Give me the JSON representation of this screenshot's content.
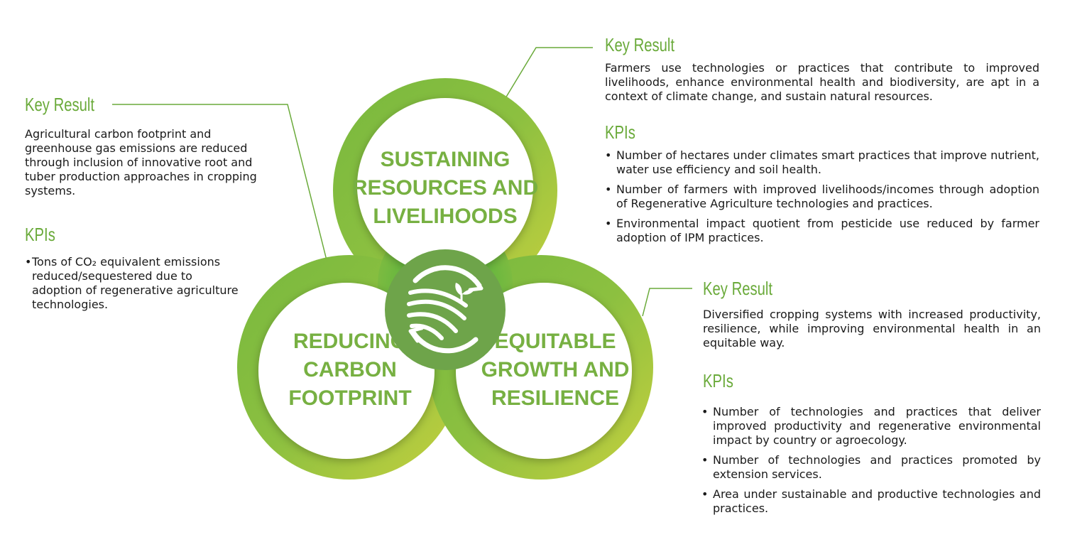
{
  "diagram": {
    "top_circle": {
      "lines": [
        "SUSTAINING",
        "RESOURCES AND",
        "LIVELIHOODS"
      ]
    },
    "left_circle": {
      "lines": [
        "REDUCING",
        "CARBON",
        "FOOTPRINT"
      ]
    },
    "right_circle": {
      "lines": [
        "EQUITABLE",
        "GROWTH AND",
        "RESILIENCE"
      ]
    },
    "center_icon": "regenerative-agriculture-cycle-icon",
    "colors": {
      "ring_dark": "#55b43c",
      "ring_light": "#c8d23c",
      "label": "#77b042",
      "heading": "#6aaa3a",
      "center": "#6ea44a"
    }
  },
  "left_panel": {
    "key_result_heading": "Key Result",
    "key_result_text": "Agricultural carbon footprint and greenhouse gas emissions are reduced through inclusion of innovative root and tuber production approaches in cropping systems.",
    "kpis_heading": "KPIs",
    "kpis": [
      "Tons of CO₂ equivalent emissions reduced/sequestered due to adoption of regenerative agriculture technologies."
    ]
  },
  "top_right_panel": {
    "key_result_heading": "Key Result",
    "key_result_text": "Farmers use technologies or practices that contribute to improved livelihoods, enhance environmental health and biodiversity, are apt in a context of climate change, and sustain natural resources.",
    "kpis_heading": "KPIs",
    "kpis": [
      "Number of  hectares under climates smart practices that improve nutrient, water use efficiency and soil health.",
      "Number of farmers with improved livelihoods/incomes through adoption of Regenerative Agriculture technologies and practices.",
      "Environmental impact quotient from pesticide use reduced by farmer adoption of IPM practices."
    ]
  },
  "bottom_right_panel": {
    "key_result_heading": "Key Result",
    "key_result_text": "Diversified cropping systems with increased productivity, resilience, while improving environmental health in an equitable way.",
    "kpis_heading": "KPIs",
    "kpis": [
      "Number of technologies and practices that deliver improved productivity and regenerative environmental impact by country or agroecology.",
      "Number of technologies and practices promoted by extension services.",
      "Area under sustainable and productive technologies and practices."
    ]
  }
}
